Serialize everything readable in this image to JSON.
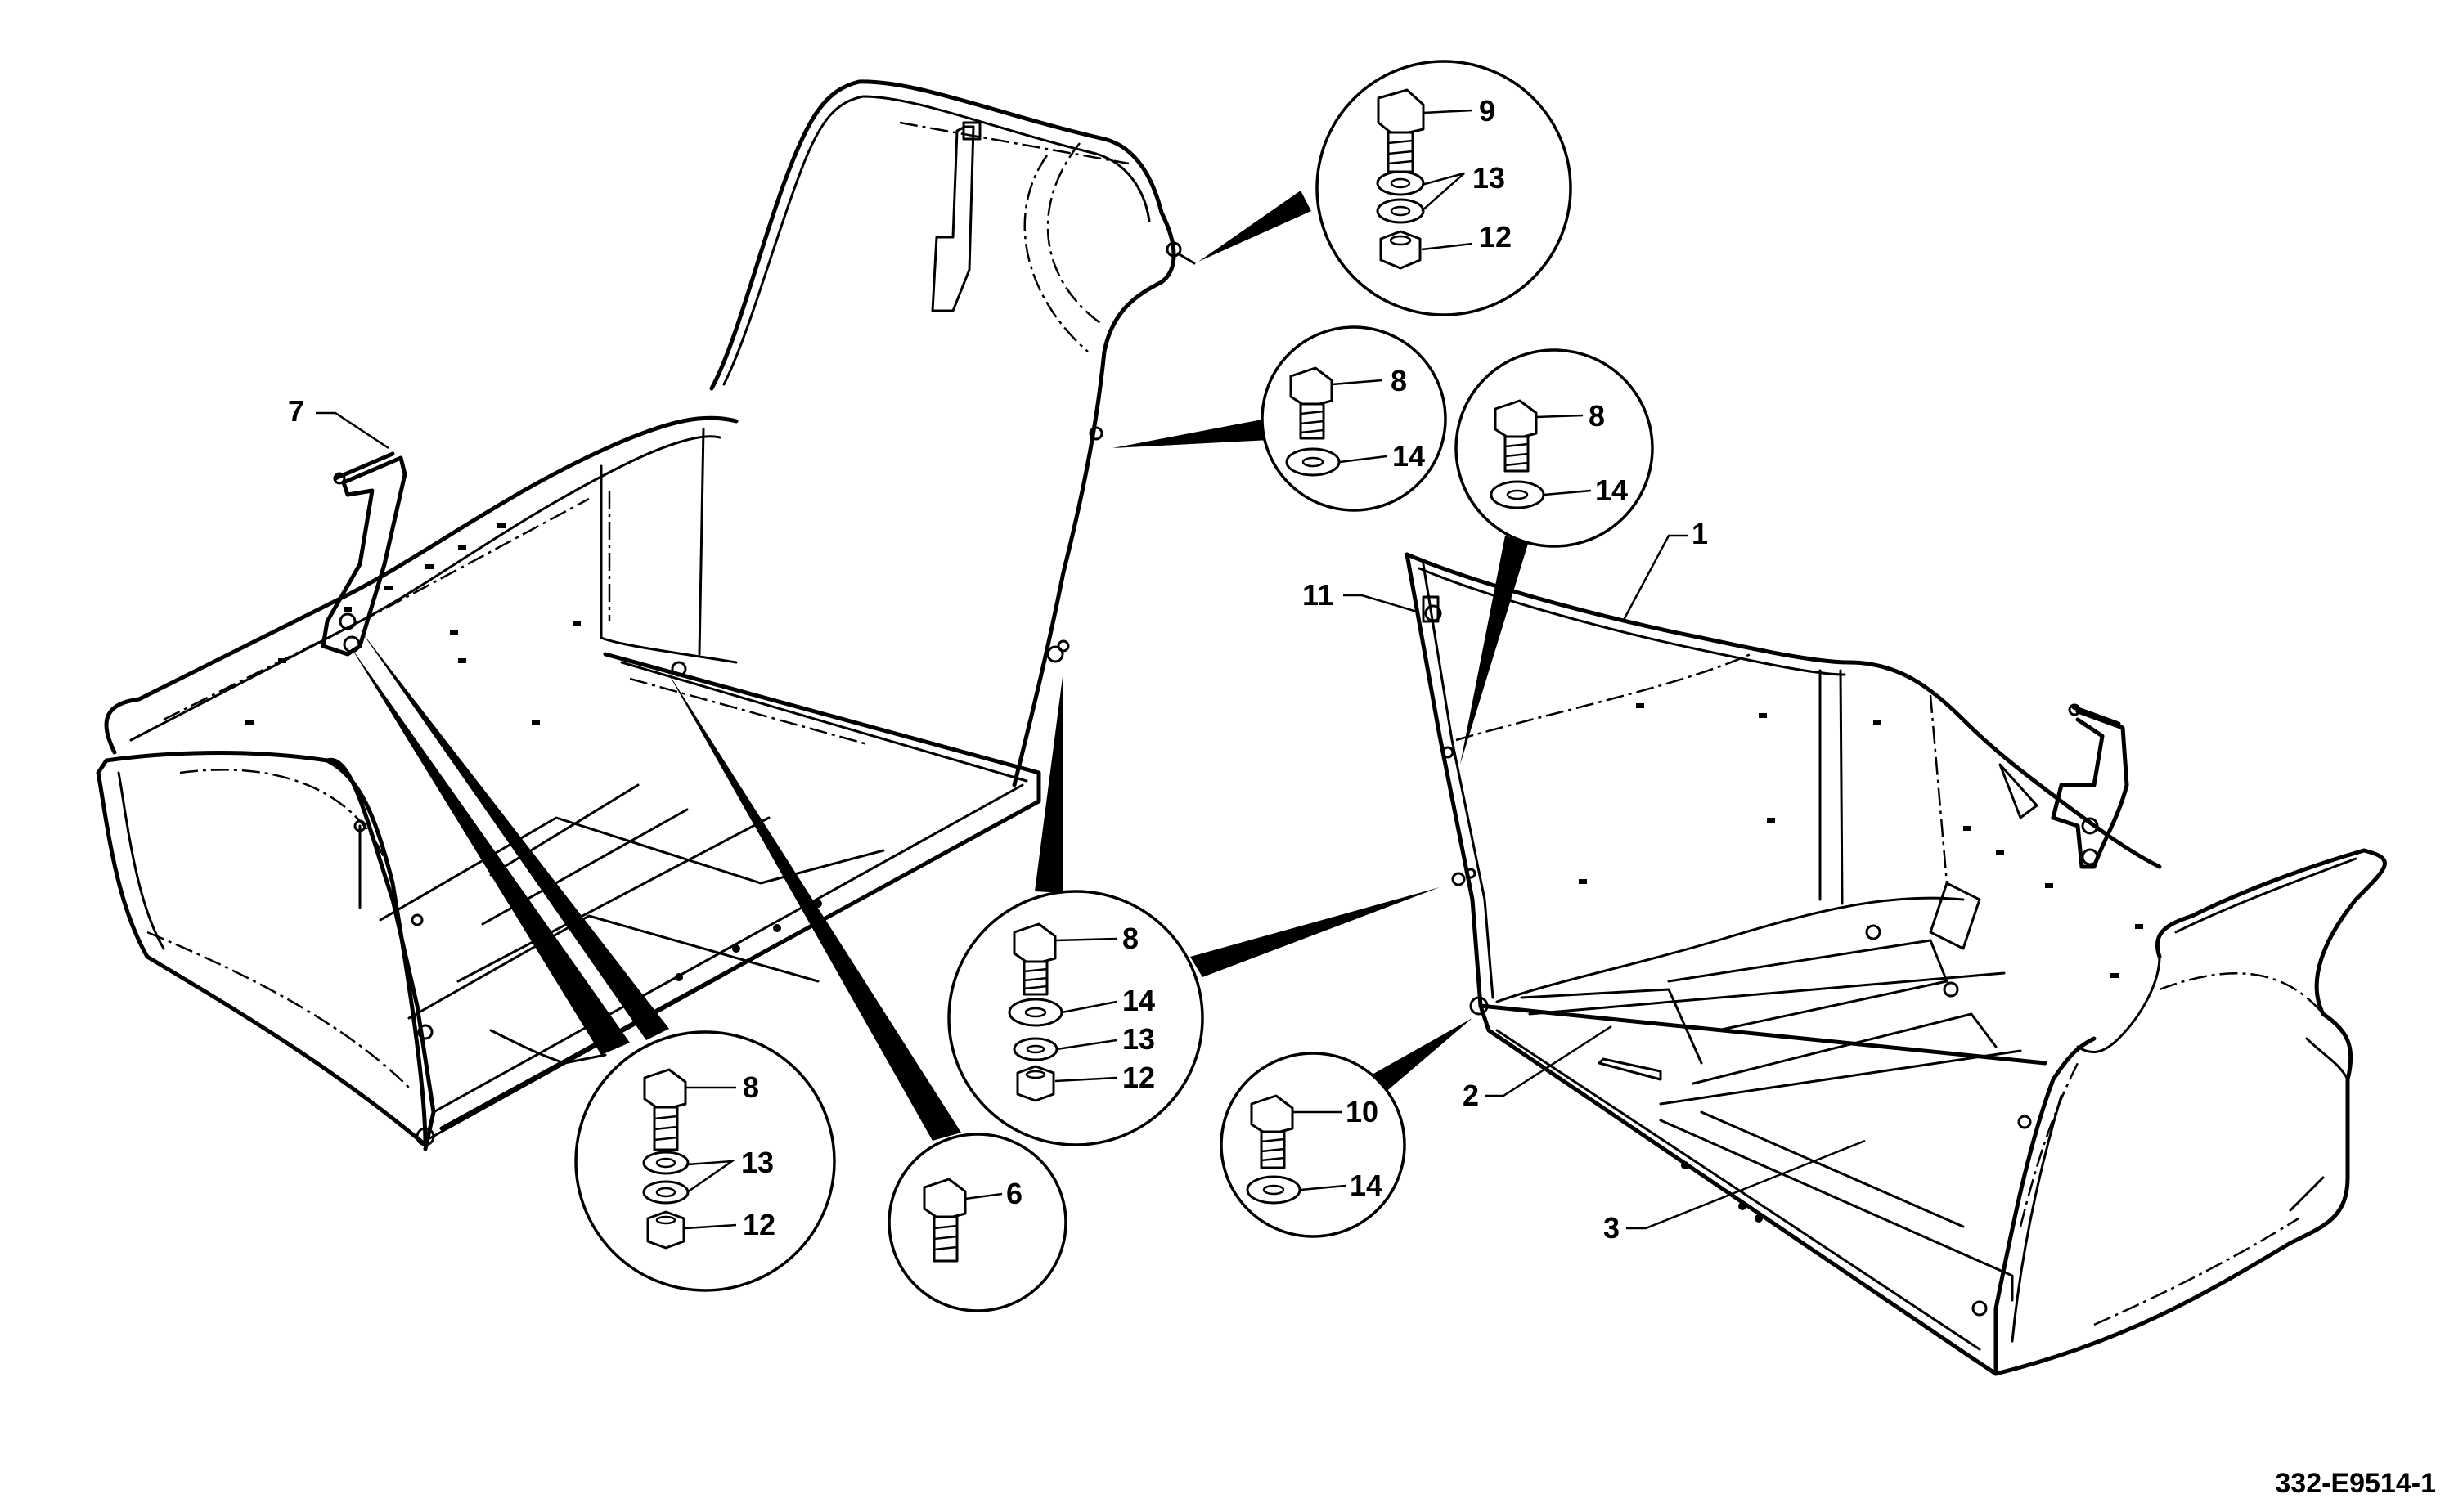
{
  "drawing_code": "332-E9514-1",
  "part_labels": {
    "p1": "1",
    "p2": "2",
    "p3": "3",
    "p6": "6",
    "p7": "7",
    "p8": "8",
    "p9": "9",
    "p10": "10",
    "p11": "11",
    "p12": "12",
    "p13": "13",
    "p14": "14"
  }
}
